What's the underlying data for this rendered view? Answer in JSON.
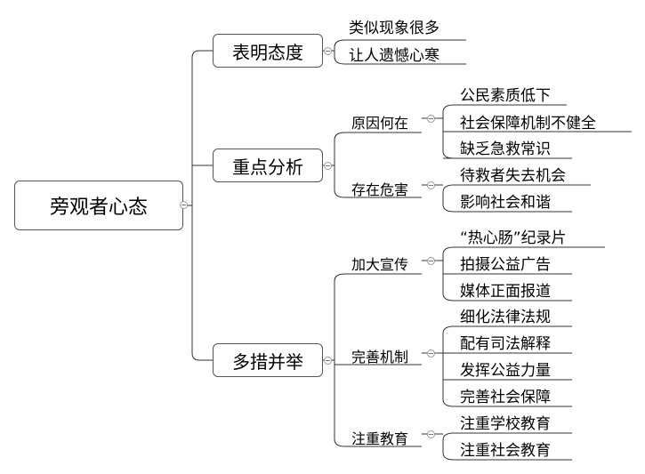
{
  "root": "旁观者心态",
  "branches": [
    {
      "label": "表明态度",
      "leaves": [
        "类似现象很多",
        "让人遗憾心寒"
      ]
    },
    {
      "label": "重点分析",
      "groups": [
        {
          "label": "原因何在",
          "leaves": [
            "公民素质低下",
            "社会保障机制不健全",
            "缺乏急救常识"
          ]
        },
        {
          "label": "存在危害",
          "leaves": [
            "待救者失去机会",
            "影响社会和谐"
          ]
        }
      ]
    },
    {
      "label": "多措并举",
      "groups": [
        {
          "label": "加大宣传",
          "leaves": [
            "“热心肠”纪录片",
            "拍摄公益广告",
            "媒体正面报道"
          ]
        },
        {
          "label": "完善机制",
          "leaves": [
            "细化法律法规",
            "配有司法解释",
            "发挥公益力量",
            "完善社会保障"
          ]
        },
        {
          "label": "注重教育",
          "leaves": [
            "注重学校教育",
            "注重社会教育"
          ]
        }
      ]
    }
  ]
}
